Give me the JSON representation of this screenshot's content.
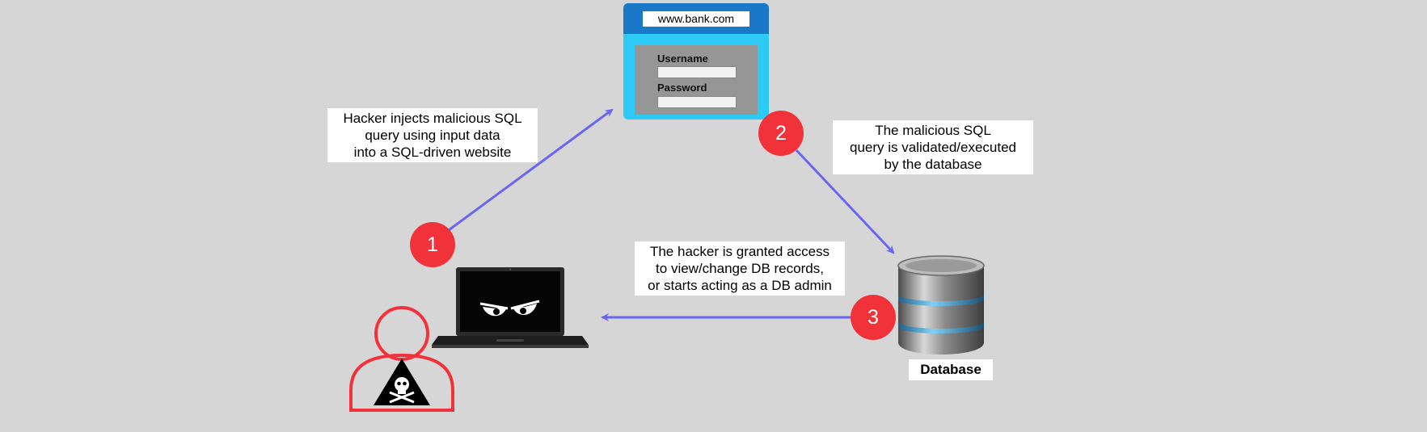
{
  "browser": {
    "url": "www.bank.com",
    "username_label": "Username",
    "password_label": "Password"
  },
  "steps": [
    {
      "number": "1",
      "lines": [
        "Hacker injects malicious SQL",
        "query using input data",
        "into a SQL-driven website"
      ]
    },
    {
      "number": "2",
      "lines": [
        "The malicious SQL",
        "query is validated/executed",
        "by the database"
      ]
    },
    {
      "number": "3",
      "lines": [
        "The hacker is granted access",
        "to view/change DB records,",
        "or starts acting as a DB admin"
      ]
    }
  ],
  "database_label": "Database",
  "colors": {
    "background": "#d6d6d6",
    "arrow": "#6b66f0",
    "badge": "#f2323a",
    "hacker_outline": "#f2323a",
    "browser_frame": "#2ccaf4",
    "browser_titlebar": "#1a78c8"
  },
  "icons": [
    "hacker-user-icon",
    "skull-crossbones-icon",
    "laptop-icon",
    "evil-eyes-icon",
    "database-icon",
    "browser-window-icon"
  ]
}
